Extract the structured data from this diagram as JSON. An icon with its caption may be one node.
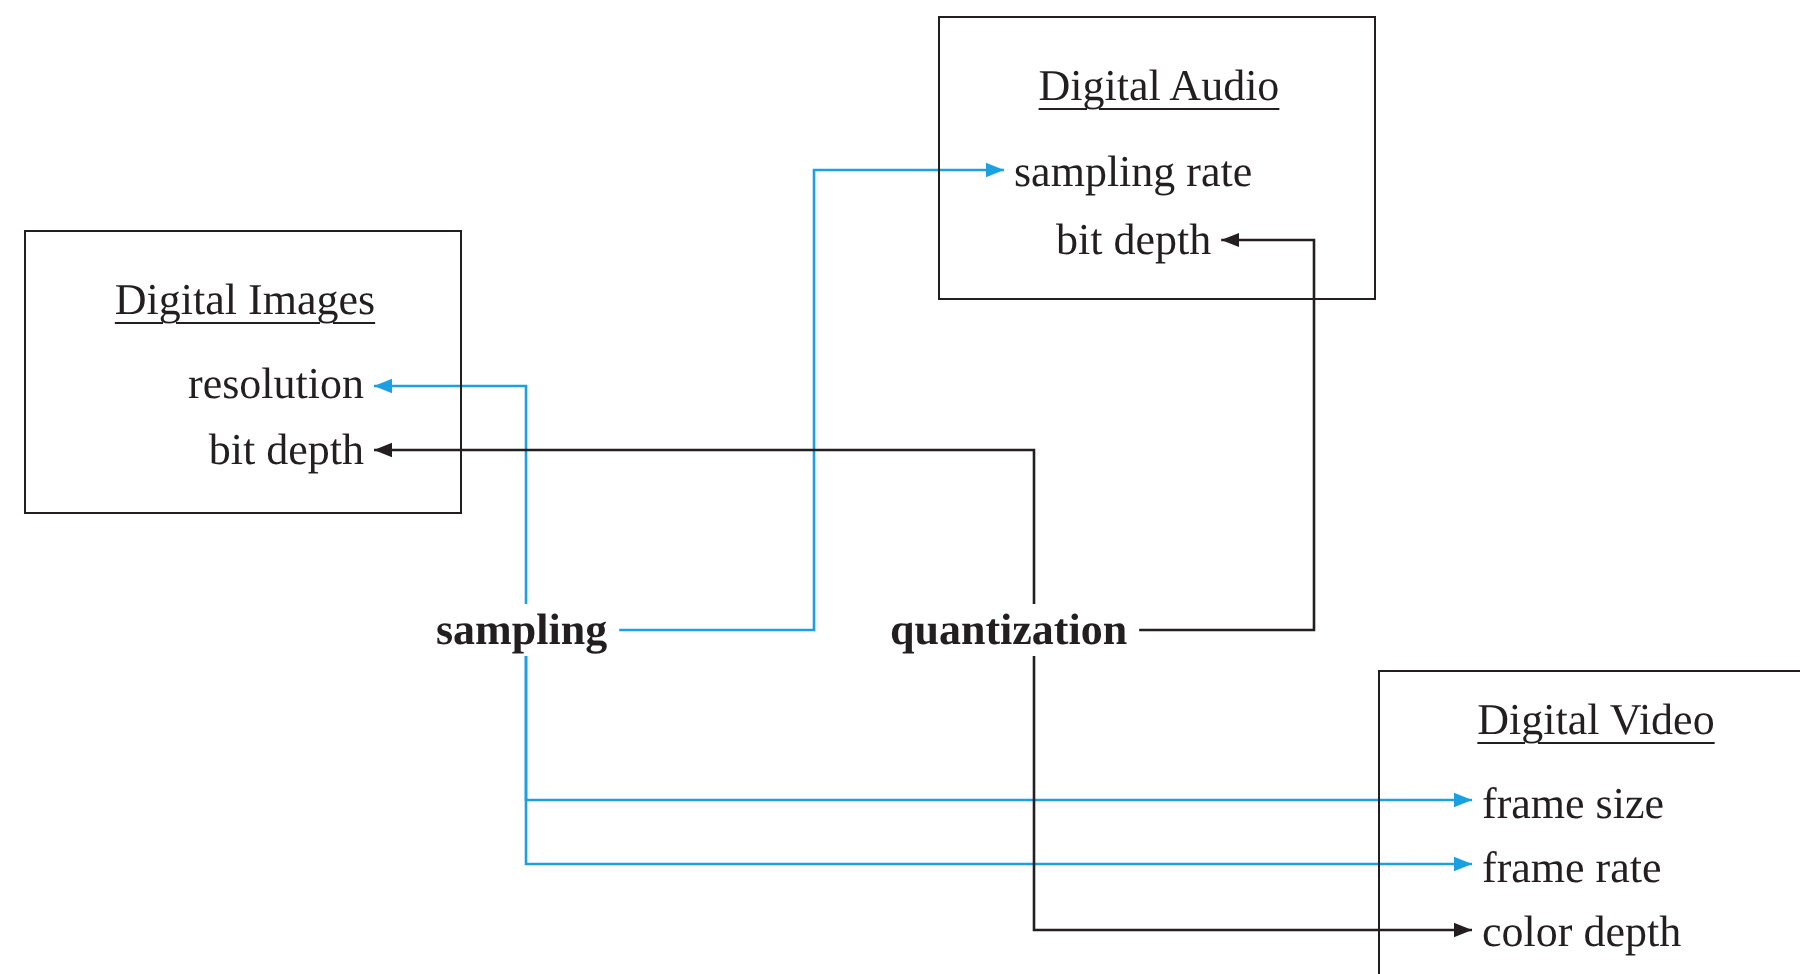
{
  "diagram": {
    "nodes": [
      {
        "text": [
          "Digital Images"
        ]
      },
      {
        "text": [
          "resolution"
        ],
        "in": 0
      },
      {
        "text": [
          "bit depth"
        ],
        "in": 0
      },
      {
        "text": [
          "Digital Audio"
        ]
      },
      {
        "text": [
          "sampling rate"
        ],
        "in": 3
      },
      {
        "text": [
          "bit depth"
        ],
        "in": 3
      },
      {
        "text": [
          "Digital Video"
        ]
      },
      {
        "text": [
          "frame size"
        ],
        "in": 6
      },
      {
        "text": [
          "frame rate"
        ],
        "in": 6
      },
      {
        "text": [
          "color depth"
        ],
        "in": 6
      },
      {
        "text": [
          "sampling"
        ]
      },
      {
        "text": [
          "quantization"
        ]
      }
    ],
    "edges": [
      {
        "from": 10,
        "to": 1,
        "arrow": "to"
      },
      {
        "from": 10,
        "to": 4,
        "arrow": "to"
      },
      {
        "from": 10,
        "to": 7,
        "arrow": "to"
      },
      {
        "from": 10,
        "to": 8,
        "arrow": "to"
      },
      {
        "from": 11,
        "to": 2,
        "arrow": "to",
        "color": "#231f20"
      },
      {
        "from": 11,
        "to": 5,
        "arrow": "to",
        "color": "#231f20"
      },
      {
        "from": 11,
        "to": 9,
        "arrow": "to",
        "color": "#231f20"
      }
    ]
  }
}
